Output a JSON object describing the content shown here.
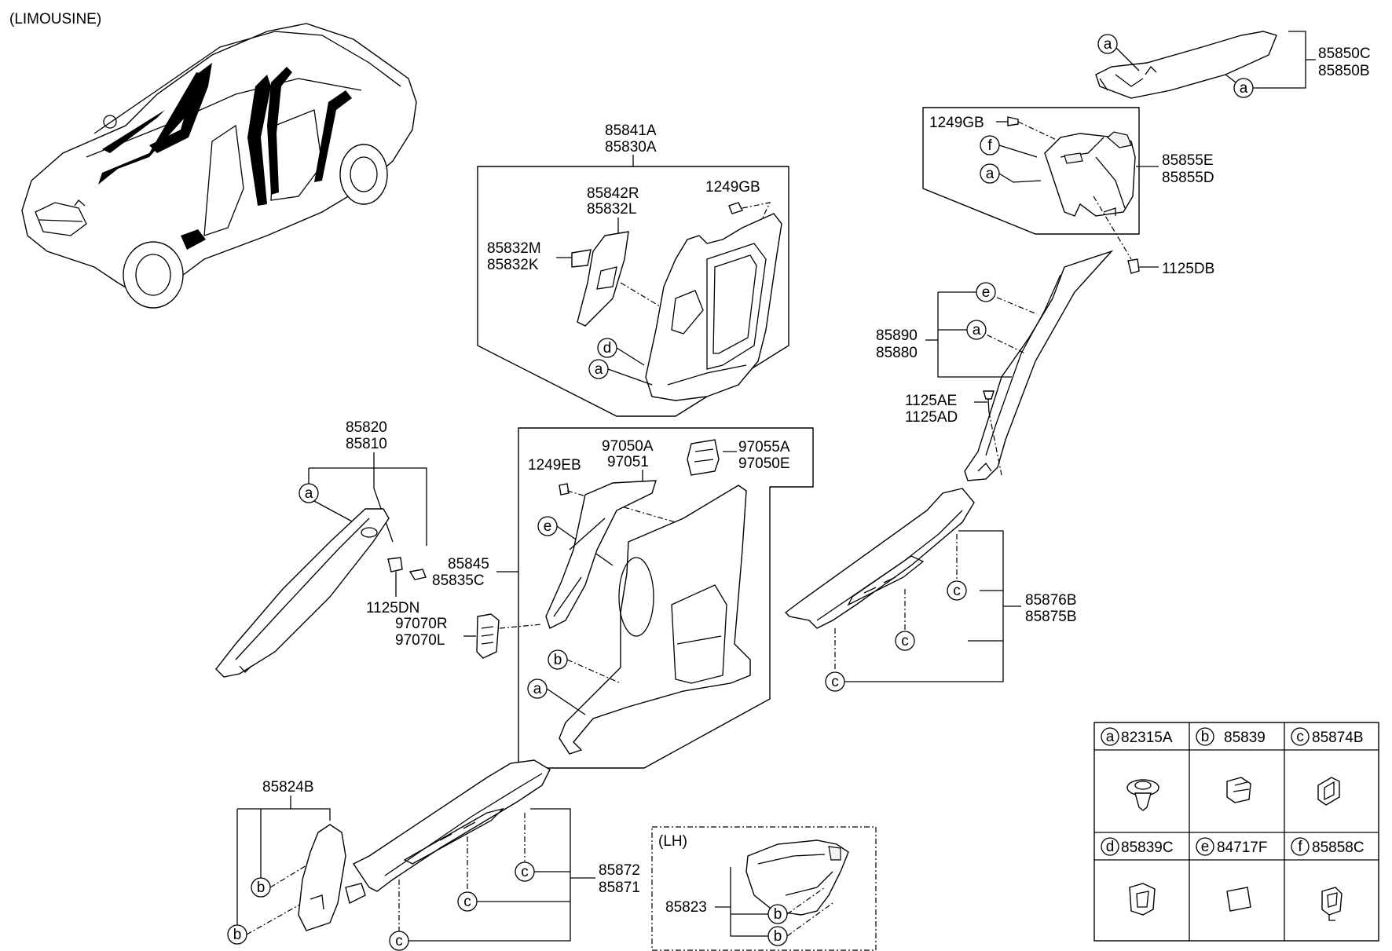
{
  "title": "(LIMOUSINE)",
  "lh_label": "(LH)",
  "parts": {
    "p85850": [
      "85850C",
      "85850B"
    ],
    "p1249GB_top": "1249GB",
    "p85855": [
      "85855E",
      "85855D"
    ],
    "p1125DB": "1125DB",
    "p85890": [
      "85890",
      "85880"
    ],
    "p1125AE": [
      "1125AE",
      "1125AD"
    ],
    "p85841": [
      "85841A",
      "85830A"
    ],
    "p85842": [
      "85842R",
      "85832L"
    ],
    "p85832": [
      "85832M",
      "85832K"
    ],
    "p1249GB_mid": "1249GB",
    "p85820": [
      "85820",
      "85810"
    ],
    "p1125DN": "1125DN",
    "p97070": [
      "97070R",
      "97070L"
    ],
    "p97050": [
      "97050A",
      "97051"
    ],
    "p97055": [
      "97055A",
      "97050E"
    ],
    "p1249EB": "1249EB",
    "p85845": [
      "85845",
      "85835C"
    ],
    "p85876": [
      "85876B",
      "85875B"
    ],
    "p85824": "85824B",
    "p85872": [
      "85872",
      "85871"
    ],
    "p85823": "85823"
  },
  "callouts": {
    "a": "a",
    "b": "b",
    "c": "c",
    "d": "d",
    "e": "e",
    "f": "f"
  },
  "legend": [
    {
      "letter": "a",
      "code": "82315A"
    },
    {
      "letter": "b",
      "code": "85839"
    },
    {
      "letter": "c",
      "code": "85874B"
    },
    {
      "letter": "d",
      "code": "85839C"
    },
    {
      "letter": "e",
      "code": "84717F"
    },
    {
      "letter": "f",
      "code": "85858C"
    }
  ]
}
